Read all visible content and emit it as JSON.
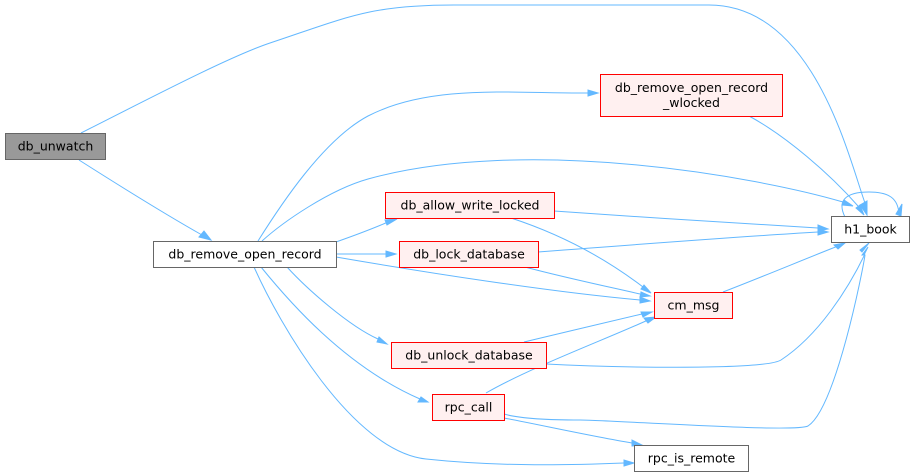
{
  "diagram": {
    "colors": {
      "edge": "#63b8ff",
      "focus_fill": "#999999",
      "focus_border": "#666666",
      "normal_fill": "#ffffff",
      "normal_border": "#666666",
      "truncated_fill": "#fff0f0",
      "truncated_border": "#ff0000"
    },
    "nodes": {
      "db_unwatch": {
        "lines": [
          "db_unwatch"
        ],
        "style": "focus"
      },
      "db_remove_open_record": {
        "lines": [
          "db_remove_open_record"
        ],
        "style": "normal"
      },
      "db_remove_open_record_wlocked": {
        "lines": [
          "db_remove_open_record",
          "_wlocked"
        ],
        "style": "truncated"
      },
      "db_allow_write_locked": {
        "lines": [
          "db_allow_write_locked"
        ],
        "style": "truncated"
      },
      "db_lock_database": {
        "lines": [
          "db_lock_database"
        ],
        "style": "truncated"
      },
      "db_unlock_database": {
        "lines": [
          "db_unlock_database"
        ],
        "style": "truncated"
      },
      "rpc_call": {
        "lines": [
          "rpc_call"
        ],
        "style": "truncated"
      },
      "cm_msg": {
        "lines": [
          "cm_msg"
        ],
        "style": "truncated"
      },
      "h1_book": {
        "lines": [
          "h1_book"
        ],
        "style": "normal"
      },
      "rpc_is_remote": {
        "lines": [
          "rpc_is_remote"
        ],
        "style": "normal"
      }
    },
    "edges": [
      [
        "db_unwatch",
        "h1_book"
      ],
      [
        "db_unwatch",
        "db_remove_open_record"
      ],
      [
        "db_remove_open_record",
        "db_remove_open_record_wlocked"
      ],
      [
        "db_remove_open_record",
        "h1_book"
      ],
      [
        "db_remove_open_record",
        "db_allow_write_locked"
      ],
      [
        "db_remove_open_record",
        "db_lock_database"
      ],
      [
        "db_remove_open_record",
        "cm_msg"
      ],
      [
        "db_remove_open_record",
        "db_unlock_database"
      ],
      [
        "db_remove_open_record",
        "rpc_call"
      ],
      [
        "db_remove_open_record",
        "rpc_is_remote"
      ],
      [
        "db_remove_open_record_wlocked",
        "h1_book"
      ],
      [
        "db_allow_write_locked",
        "h1_book"
      ],
      [
        "db_allow_write_locked",
        "cm_msg"
      ],
      [
        "db_lock_database",
        "h1_book"
      ],
      [
        "db_lock_database",
        "cm_msg"
      ],
      [
        "db_unlock_database",
        "cm_msg"
      ],
      [
        "db_unlock_database",
        "h1_book"
      ],
      [
        "rpc_call",
        "cm_msg"
      ],
      [
        "rpc_call",
        "h1_book"
      ],
      [
        "rpc_call",
        "rpc_is_remote"
      ],
      [
        "cm_msg",
        "h1_book"
      ],
      [
        "h1_book",
        "h1_book"
      ]
    ]
  }
}
